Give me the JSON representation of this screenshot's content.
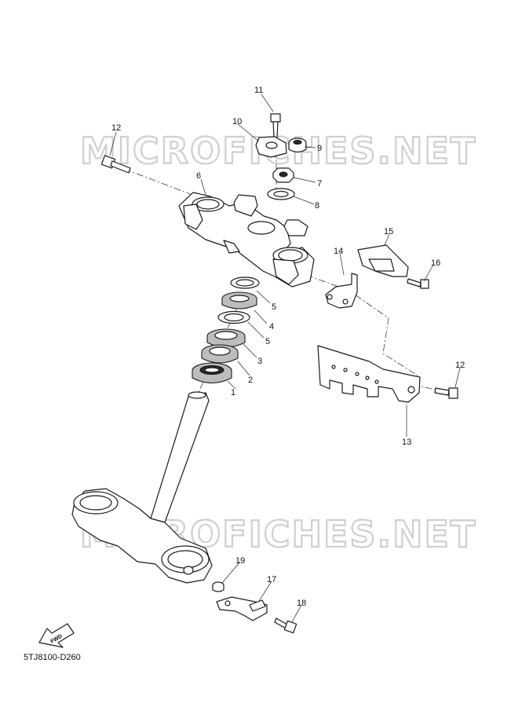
{
  "watermark": "MICROFICHES.NET",
  "diagram_code": "5TJ8100-D260",
  "fwd_label": "FWD",
  "parts": [
    {
      "id": "p1",
      "label": "1"
    },
    {
      "id": "p2",
      "label": "2"
    },
    {
      "id": "p3",
      "label": "3"
    },
    {
      "id": "p4",
      "label": "4"
    },
    {
      "id": "p5a",
      "label": "5"
    },
    {
      "id": "p5b",
      "label": "5"
    },
    {
      "id": "p6",
      "label": "6"
    },
    {
      "id": "p7",
      "label": "7"
    },
    {
      "id": "p8",
      "label": "8"
    },
    {
      "id": "p9",
      "label": "9"
    },
    {
      "id": "p10",
      "label": "10"
    },
    {
      "id": "p11",
      "label": "11"
    },
    {
      "id": "p12a",
      "label": "12"
    },
    {
      "id": "p12b",
      "label": "12"
    },
    {
      "id": "p13",
      "label": "13"
    },
    {
      "id": "p14",
      "label": "14"
    },
    {
      "id": "p15",
      "label": "15"
    },
    {
      "id": "p16",
      "label": "16"
    },
    {
      "id": "p17",
      "label": "17"
    },
    {
      "id": "p18",
      "label": "18"
    },
    {
      "id": "p19",
      "label": "19"
    }
  ]
}
